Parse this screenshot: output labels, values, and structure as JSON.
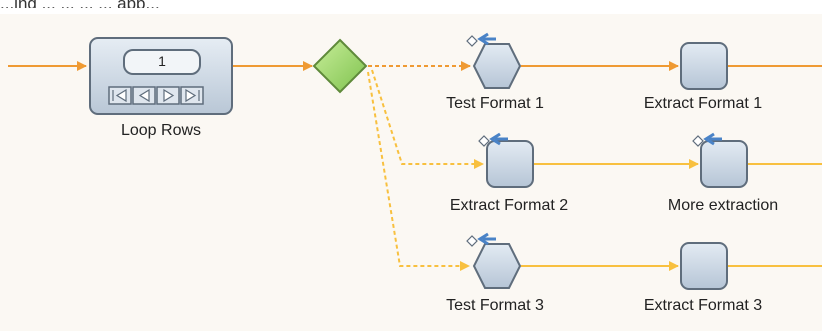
{
  "top_partial_text": "...ing ... ... ... ... app...",
  "loop": {
    "label": "Loop Rows",
    "counter": "1"
  },
  "branches": [
    {
      "first": "Test Format 1",
      "second": "Extract Format 1"
    },
    {
      "first": "Extract Format 2",
      "second": "More extraction"
    },
    {
      "first": "Test Format 3",
      "second": "Extract Format 3"
    }
  ],
  "colors": {
    "background": "#fbf8f3",
    "connector_orange": "#ef9a33",
    "connector_yellow": "#f8c03f",
    "branch_diamond": "#9ed16b",
    "step_fill": "#c9d6e4",
    "step_border": "#5f6d7c"
  }
}
